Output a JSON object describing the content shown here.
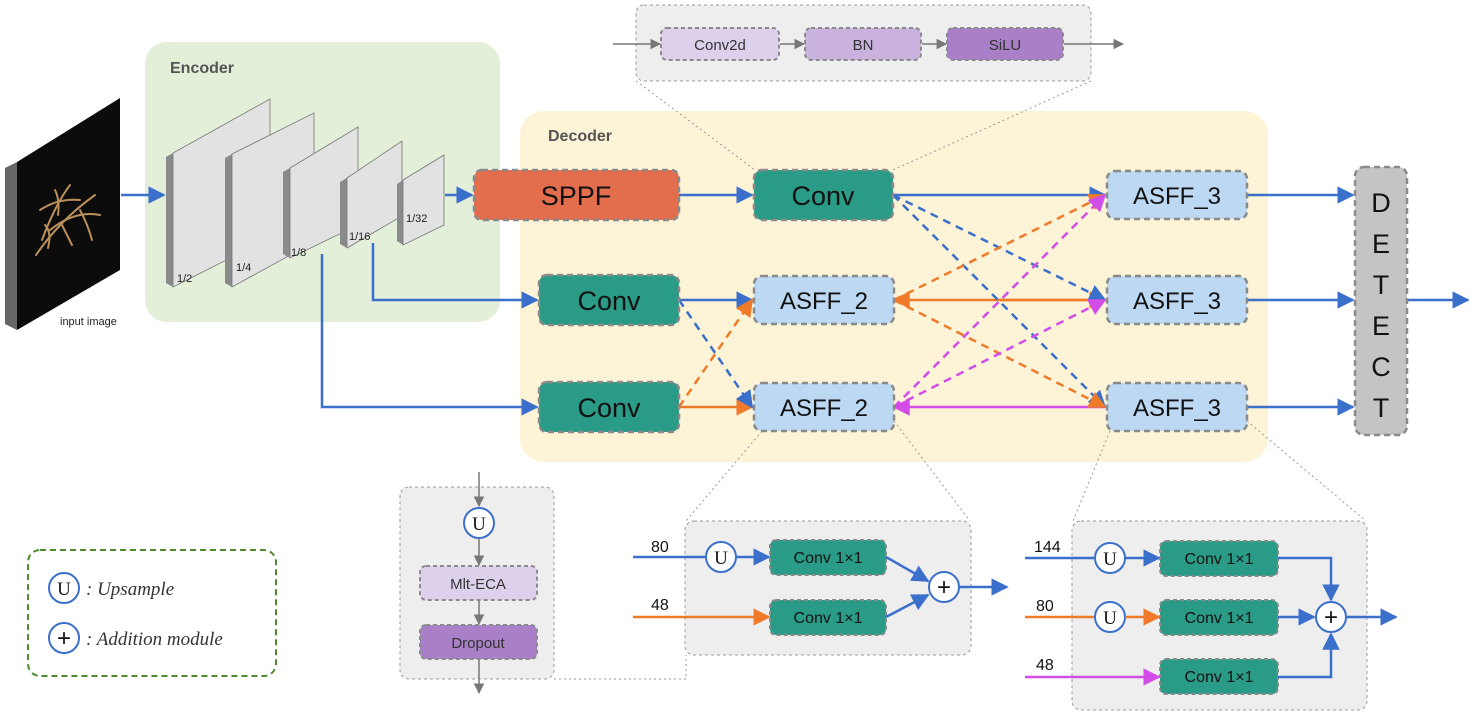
{
  "encoder": {
    "title": "Encoder",
    "input_caption": "input image",
    "scales": [
      "1/2",
      "1/4",
      "1/8",
      "1/16",
      "1/32"
    ]
  },
  "decoder": {
    "title": "Decoder"
  },
  "conv_block": {
    "steps": [
      "Conv2d",
      "BN",
      "SiLU"
    ]
  },
  "nodes": {
    "sppf": "SPPF",
    "conv_top": "Conv",
    "conv_mid": "Conv",
    "conv_bot": "Conv",
    "asff2_mid": "ASFF_2",
    "asff2_bot": "ASFF_2",
    "asff3_top": "ASFF_3",
    "asff3_mid": "ASFF_3",
    "asff3_bot": "ASFF_3",
    "detect": [
      "D",
      "E",
      "T",
      "E",
      "C",
      "T"
    ]
  },
  "asff2_detail": {
    "inputs": [
      "80",
      "48"
    ],
    "conv_label": "Conv 1×1"
  },
  "asff3_detail": {
    "inputs": [
      "144",
      "80",
      "48"
    ],
    "conv_label": "Conv 1×1"
  },
  "eca_detail": {
    "steps": [
      "Mlt-ECA",
      "Dropout"
    ]
  },
  "legend": {
    "upsample_symbol": "U",
    "upsample_label": ": Upsample",
    "add_symbol": "+",
    "add_label": ": Addition module"
  },
  "colors": {
    "blue": "#3a6fcb",
    "orange": "#ee7a2a",
    "magenta": "#d24ce8",
    "teal": "#2a9b86",
    "light_blue": "#bcd8f2",
    "sppf": "#e36e4e",
    "encoder_bg": "#e3efd8",
    "decoder_bg": "#fdf3d6"
  }
}
